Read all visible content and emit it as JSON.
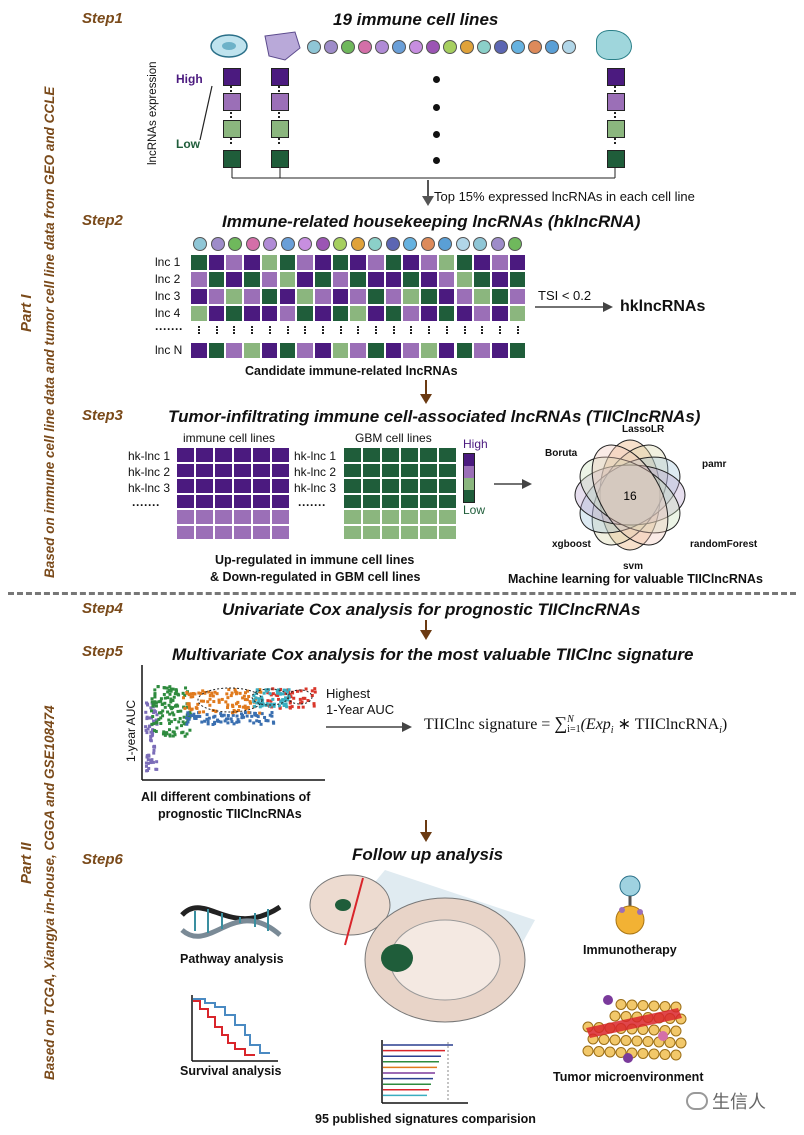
{
  "colors": {
    "dark_purple": "#4b1a7f",
    "light_purple": "#9b6fb7",
    "light_green": "#8bb67e",
    "dark_green": "#1f5d3a",
    "step": "#7a4a1a",
    "arrow": "#6b3a12"
  },
  "side_labels": {
    "part1": "Part I",
    "part1_desc": "Based on immune cell line data and tumor cell line data from GEO and CCLE",
    "part2": "Part II",
    "part2_desc": "Based on TCGA, Xiangya in-house, CGGA and GSE108474"
  },
  "step1": {
    "label": "Step1",
    "title": "19 immune cell lines",
    "y_axis": "lncRNAs expression",
    "high": "High",
    "low": "Low",
    "arrow_text": "Top 15% expressed lncRNAs in each cell line"
  },
  "step2": {
    "label": "Step2",
    "title": "Immune-related housekeeping lncRNAs (hklncRNA)",
    "rows": [
      "lnc 1",
      "lnc 2",
      "lnc 3",
      "lnc 4",
      "lnc N"
    ],
    "dots": "·······",
    "tsi": "TSI < 0.2",
    "result": "hklncRNAs",
    "caption": "Candidate immune-related lncRNAs"
  },
  "step3": {
    "label": "Step3",
    "title": "Tumor-infiltrating immune cell-associated lncRNAs (TIIClncRNAs)",
    "immune_header": "immune cell lines",
    "gbm_header": "GBM cell lines",
    "rows_left": [
      "hk-lnc 1",
      "hk-lnc 2",
      "hk-lnc 3"
    ],
    "rows_mid": [
      "hk-lnc 1",
      "hk-lnc 2",
      "hk-lnc 3"
    ],
    "dots": "·······",
    "high": "High",
    "low": "Low",
    "caption1": "Up-regulated in immune cell lines",
    "caption2": "& Down-regulated in GBM cell lines",
    "venn_labels": [
      "LassoLR",
      "pamr",
      "randomForest",
      "svm",
      "xgboost",
      "Boruta"
    ],
    "venn_center": "16",
    "ml_caption": "Machine learning for valuable TIIClncRNAs"
  },
  "step4": {
    "label": "Step4",
    "title": "Univariate Cox analysis for prognostic TIIClncRNAs"
  },
  "step5": {
    "label": "Step5",
    "title": "Multivariate Cox analysis for the most valuable TIIClnc signature",
    "y_axis": "1-year AUC",
    "highest1": "Highest",
    "highest2": "1-Year AUC",
    "formula_prefix": "TIIClnc signature =",
    "formula_sum": "∑",
    "formula_sup": "N",
    "formula_sub": "i=1",
    "formula_body": "(Exp",
    "formula_i": "i",
    "formula_mid": " ∗ TIIClncRNA",
    "formula_end": ")",
    "caption1": "All different combinations of",
    "caption2": "prognostic TIIClncRNAs"
  },
  "step6": {
    "label": "Step6",
    "title": "Follow up analysis",
    "pathway": "Pathway analysis",
    "survival": "Survival analysis",
    "signatures": "95 published signatures comparision",
    "immuno": "Immunotherapy",
    "tme": "Tumor microenvironment"
  },
  "watermark": "生信人"
}
